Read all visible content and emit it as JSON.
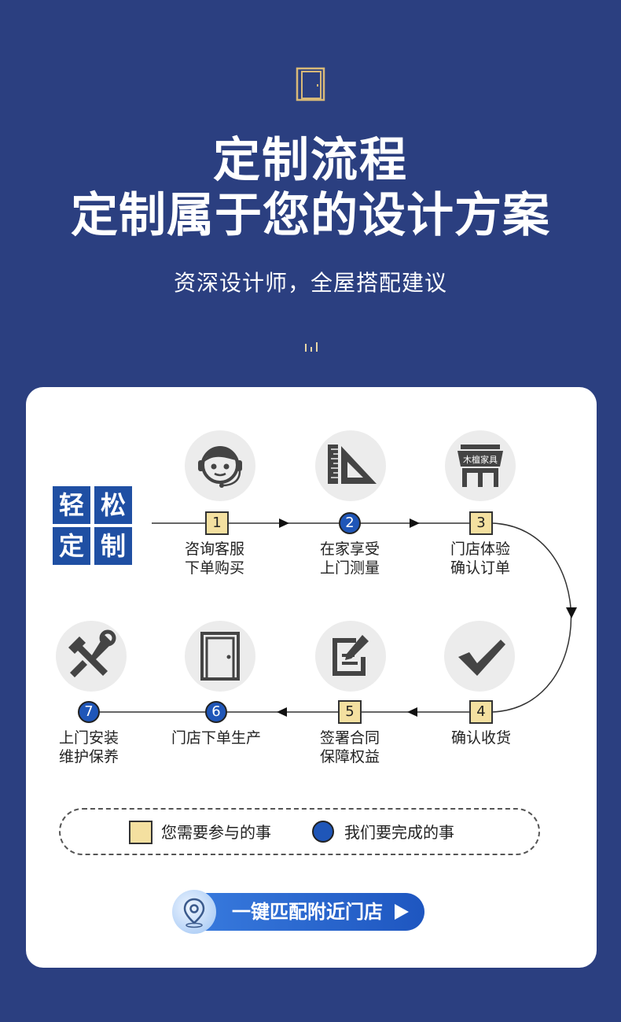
{
  "header": {
    "title_line1": "定制流程",
    "title_line2": "定制属于您的设计方案",
    "subtitle": "资深设计师，全屋搭配建议"
  },
  "easy_custom": [
    "轻",
    "松",
    "定",
    "制"
  ],
  "steps": [
    {
      "number": "1",
      "type": "you",
      "label_line1": "咨询客服",
      "label_line2": "下单购买",
      "icon": "customer-service-icon"
    },
    {
      "number": "2",
      "type": "us",
      "label_line1": "在家享受",
      "label_line2": "上门测量",
      "icon": "ruler-triangle-icon"
    },
    {
      "number": "3",
      "type": "you",
      "label_line1": "门店体验",
      "label_line2": "确认订单",
      "icon": "store-icon",
      "sign": "木檀家具"
    },
    {
      "number": "4",
      "type": "you",
      "label_line1": "确认收货",
      "label_line2": "",
      "icon": "checkmark-icon"
    },
    {
      "number": "5",
      "type": "you",
      "label_line1": "签署合同",
      "label_line2": "保障权益",
      "icon": "contract-sign-icon"
    },
    {
      "number": "6",
      "type": "us",
      "label_line1": "门店下单生产",
      "label_line2": "",
      "icon": "door-icon"
    },
    {
      "number": "7",
      "type": "us",
      "label_line1": "上门安装",
      "label_line2": "维护保养",
      "icon": "tools-icon"
    }
  ],
  "legend": {
    "you_label": "您需要参与的事",
    "us_label": "我们要完成的事"
  },
  "cta": {
    "label": "一键匹配附近门店"
  },
  "colors": {
    "background": "#2b3f80",
    "accent_blue": "#1f56b8",
    "step_yellow": "#f4e0a0",
    "door_gold": "#d8b978"
  }
}
